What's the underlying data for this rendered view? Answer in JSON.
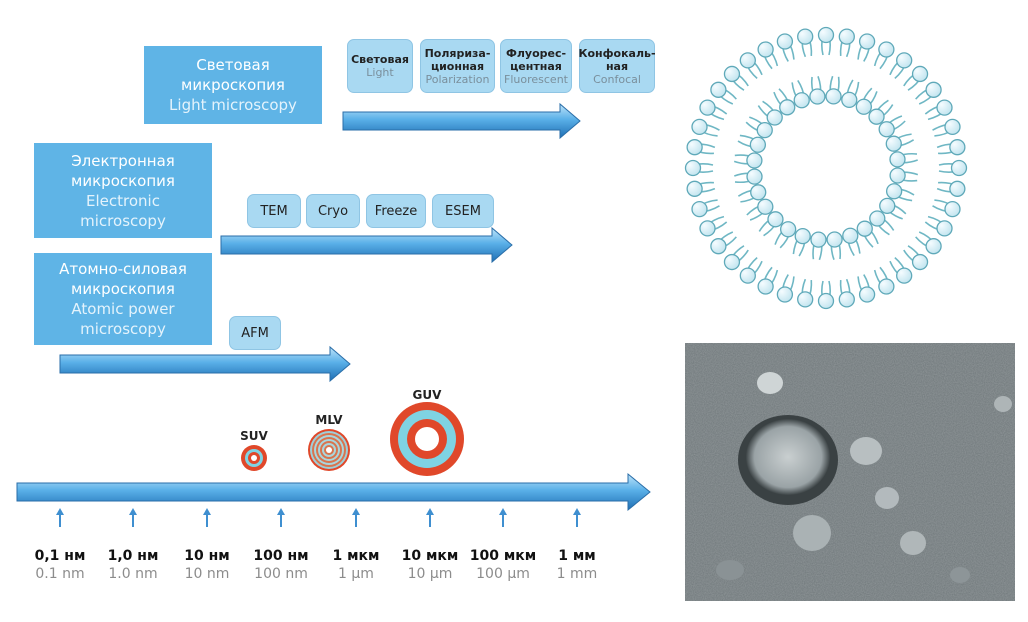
{
  "categories": [
    {
      "id": "light",
      "ru": "Световая микроскопия",
      "ru_lines": [
        "Световая",
        "микроскопия"
      ],
      "en_lines": [
        "Light microscopy"
      ]
    },
    {
      "id": "electron",
      "ru_lines": [
        "Электронная",
        "микроскопия"
      ],
      "en_lines": [
        "Electronic",
        "microscopy"
      ]
    },
    {
      "id": "atomic",
      "ru_lines": [
        "Атомно-силовая",
        "микроскопия"
      ],
      "en_lines": [
        "Atomic power",
        "microscopy"
      ]
    }
  ],
  "light_methods": [
    {
      "ru": [
        "Световая"
      ],
      "en": "Light"
    },
    {
      "ru": [
        "Поляриза-",
        "ционная"
      ],
      "en": "Polarization"
    },
    {
      "ru": [
        "Флуорес-",
        "центная"
      ],
      "en": "Fluorescent"
    },
    {
      "ru": [
        "Конфокаль-",
        "ная"
      ],
      "en": "Confocal"
    }
  ],
  "electron_methods": [
    "TEM",
    "Cryo",
    "Freeze",
    "ESEM"
  ],
  "atomic_methods": [
    "AFM"
  ],
  "vesicles": [
    "SUV",
    "MLV",
    "GUV"
  ],
  "scale": [
    {
      "ru": "0,1 нм",
      "en": "0.1 nm"
    },
    {
      "ru": "1,0 нм",
      "en": "1.0 nm"
    },
    {
      "ru": "10 нм",
      "en": "10 nm"
    },
    {
      "ru": "100 нм",
      "en": "100 nm"
    },
    {
      "ru": "1 мкм",
      "en": "1 µm"
    },
    {
      "ru": "10 мкм",
      "en": "10 µm"
    },
    {
      "ru": "100 мкм",
      "en": "100 µm"
    },
    {
      "ru": "1 мм",
      "en": "1 mm"
    }
  ],
  "colors": {
    "box": "#5fb4e6",
    "chip": "#a9d9f2",
    "arrow": "#3f8fd0",
    "vesicle_red": "#e0482a",
    "vesicle_blue": "#7fd3e3"
  }
}
